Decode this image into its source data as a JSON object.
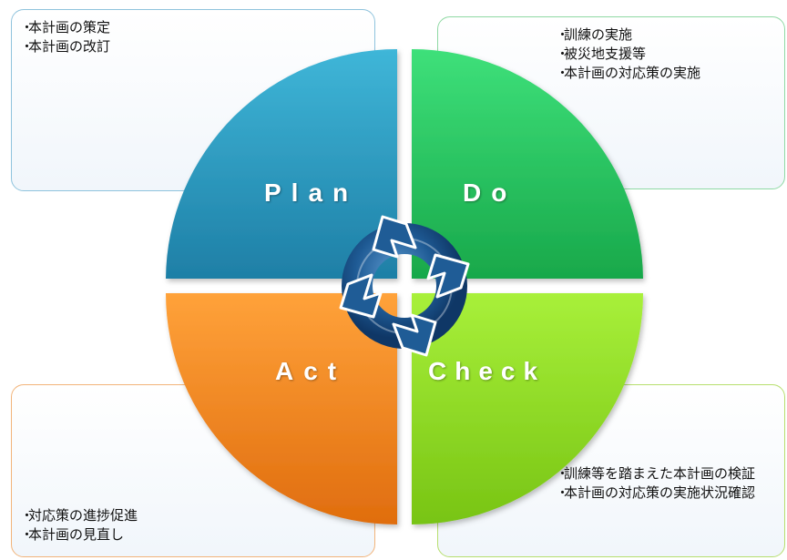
{
  "cycle": {
    "plan": {
      "label": "Plan",
      "items": [
        "本計画の策定",
        "本計画の改訂"
      ]
    },
    "do": {
      "label": "Do",
      "items": [
        "訓練の実施",
        "被災地支援等",
        "本計画の対応策の実施"
      ]
    },
    "check": {
      "label": "Check",
      "items": [
        "訓練等を踏まえた本計画の検証",
        "本計画の対応策の実施状況確認"
      ]
    },
    "act": {
      "label": "Act",
      "items": [
        "対応策の進捗促進",
        "本計画の見直し"
      ]
    }
  },
  "bullet": "・",
  "colors": {
    "plan": "#2b9ec2",
    "do": "#22c25a",
    "check": "#8fd823",
    "act": "#f58b1c",
    "cycle_icon": "#1f5c96"
  }
}
